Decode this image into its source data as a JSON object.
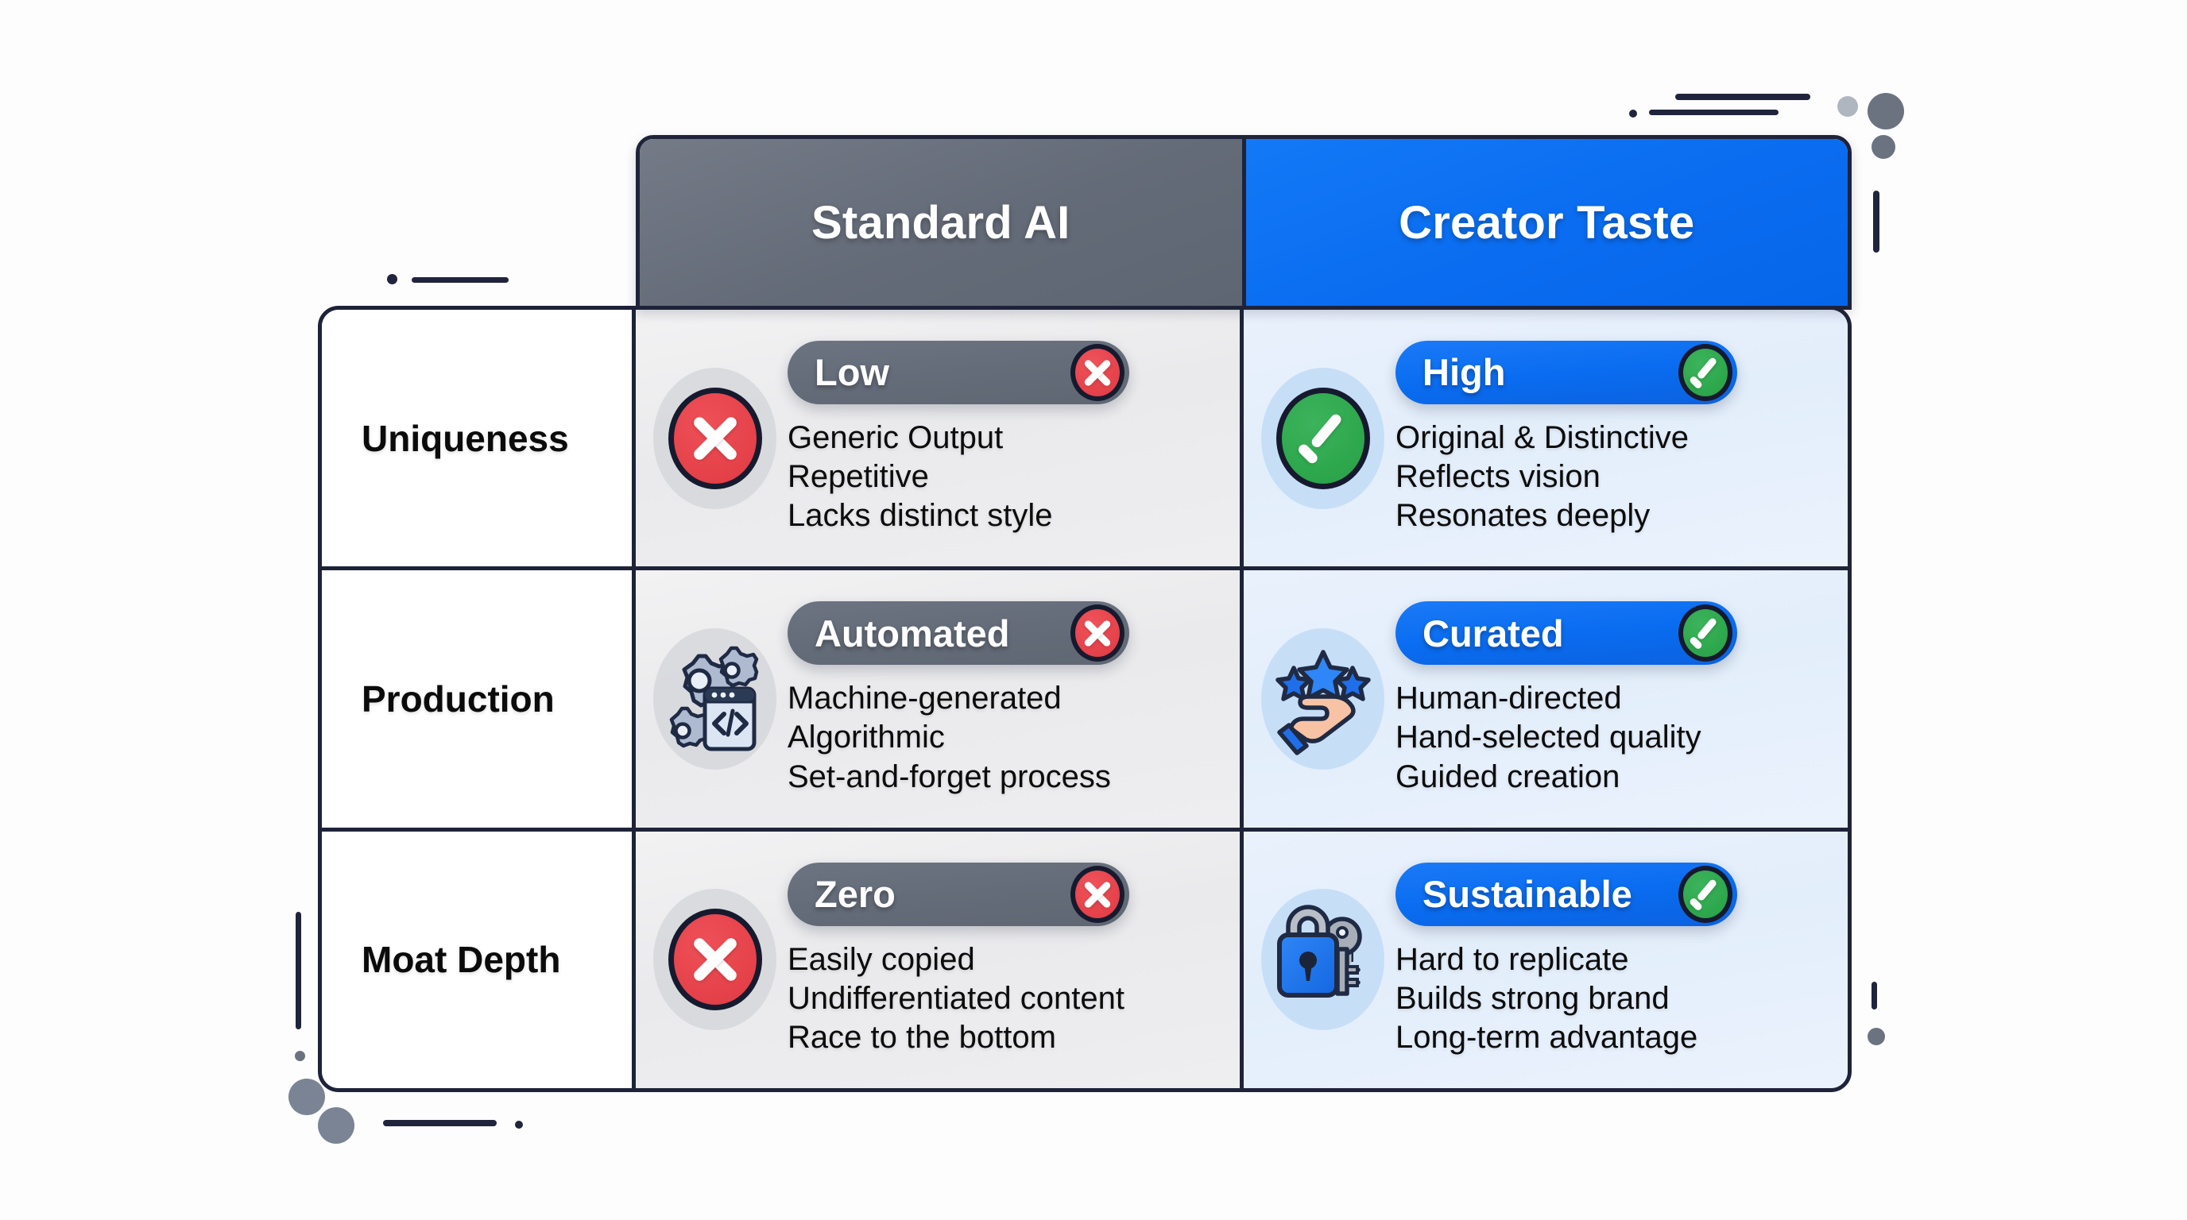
{
  "theme": {
    "gray_header": "#646b78",
    "blue_header": "#0a6cf0",
    "negative_red": "#e6434b",
    "positive_green": "#2ea84d",
    "border_navy": "#1f2339",
    "negative_cell_bg": "#eaeaec",
    "positive_cell_bg": "#e3eefb",
    "page_bg": "#fdfdfd"
  },
  "table": {
    "columns": [
      {
        "id": "row-label",
        "label": ""
      },
      {
        "id": "standard-ai",
        "label": "Standard AI",
        "tone": "negative"
      },
      {
        "id": "creator-taste",
        "label": "Creator Taste",
        "tone": "positive"
      }
    ],
    "rows": [
      {
        "label": "Uniqueness",
        "negative": {
          "badge": "Low",
          "icon": "x-circle-icon",
          "mark": "x-mark-icon",
          "bullets": [
            "Generic Output",
            "Repetitive",
            "Lacks distinct style"
          ]
        },
        "positive": {
          "badge": "High",
          "icon": "check-circle-icon",
          "mark": "check-mark-icon",
          "bullets": [
            "Original & Distinctive",
            "Reflects vision",
            "Resonates deeply"
          ]
        }
      },
      {
        "label": "Production",
        "negative": {
          "badge": "Automated",
          "icon": "gears-code-window-icon",
          "mark": "x-mark-icon",
          "bullets": [
            "Machine-generated",
            "Algorithmic",
            "Set-and-forget process"
          ]
        },
        "positive": {
          "badge": "Curated",
          "icon": "hand-holding-stars-icon",
          "mark": "check-mark-icon",
          "bullets": [
            "Human-directed",
            "Hand-selected quality",
            "Guided creation"
          ]
        }
      },
      {
        "label": "Moat Depth",
        "negative": {
          "badge": "Zero",
          "icon": "x-circle-icon",
          "mark": "x-mark-icon",
          "bullets": [
            "Easily copied",
            "Undifferentiated content",
            "Race to the bottom"
          ]
        },
        "positive": {
          "badge": "Sustainable",
          "icon": "lock-and-key-icon",
          "mark": "check-mark-icon",
          "bullets": [
            "Hard to replicate",
            "Builds strong brand",
            "Long-term advantage"
          ]
        }
      }
    ]
  }
}
